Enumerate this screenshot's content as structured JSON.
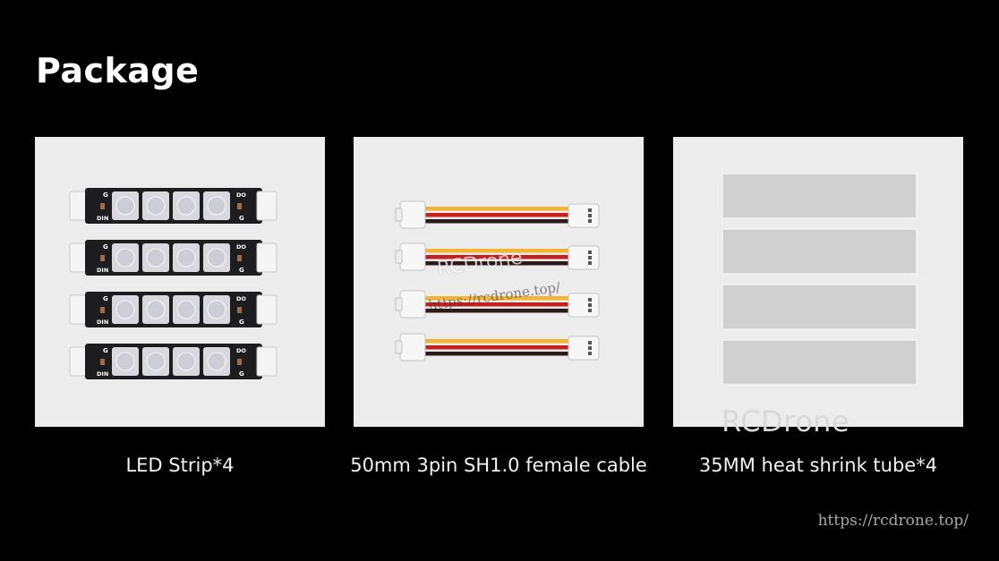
{
  "page": {
    "title": "Package"
  },
  "items": [
    {
      "caption": "LED Strip*4",
      "icon": "led-strip-icon"
    },
    {
      "caption": "50mm 3pin SH1.0 female cable",
      "icon": "cable-icon"
    },
    {
      "caption": "35MM heat shrink tube*4",
      "icon": "heat-shrink-tube-icon"
    }
  ],
  "led_strip": {
    "count": 4,
    "labels": {
      "g": "G",
      "din": "DIN",
      "do": "DO"
    }
  },
  "cable": {
    "count": 4,
    "wire_colors": [
      "#f2b531",
      "#c4201f",
      "#2a1a18"
    ]
  },
  "tube": {
    "count": 4,
    "color": "#d0d0d0"
  },
  "watermarks": {
    "logo_text": "RCDrone",
    "url": "https://rcdrone.top/"
  },
  "colors": {
    "background": "#000000",
    "panel": "#ececec",
    "text": "#ffffff"
  }
}
